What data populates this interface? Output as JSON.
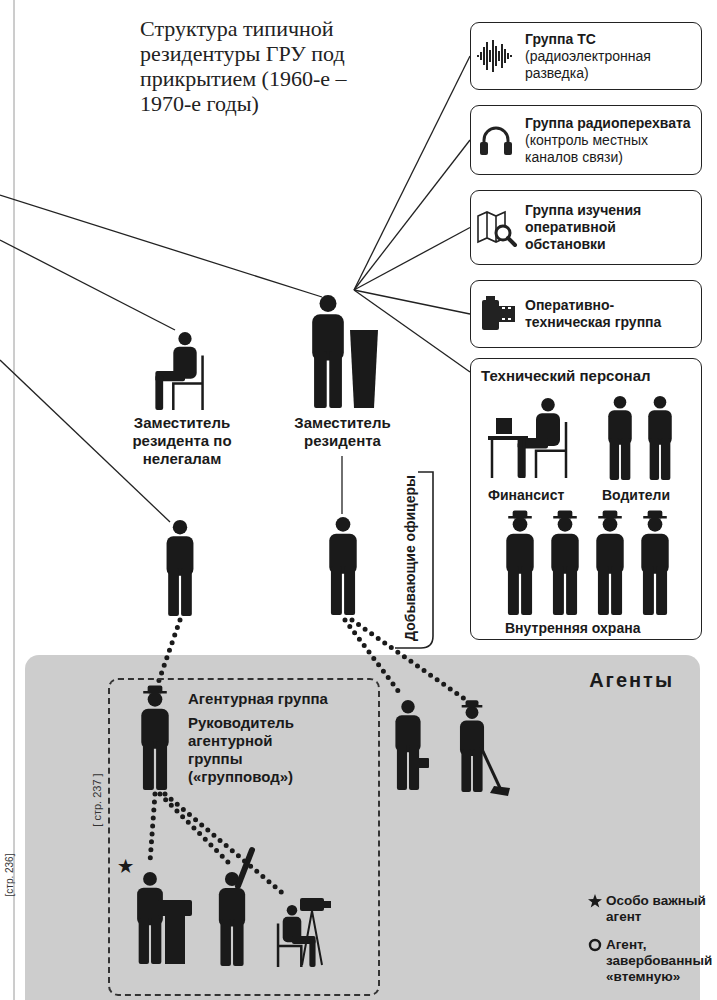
{
  "diagram": {
    "title": "Структура типичной резидентуры ГРУ под прикрытием (1960-е – 1970-е годы)",
    "nodes": [
      {
        "text": [
          "Группа ТС",
          "(радиоэлектронная разведка)"
        ]
      },
      {
        "text": [
          "Группа радиоперехвата",
          "(контроль местных каналов связи)"
        ]
      },
      {
        "text": [
          "Группа изучения оперативной обстановки"
        ]
      },
      {
        "text": [
          "Оперативно-техническая группа"
        ]
      },
      {
        "text": [
          "Технический персонал"
        ]
      },
      {
        "text": [
          "Заместитель резидента по нелегалам"
        ]
      },
      {
        "text": [
          "Заместитель резидента"
        ]
      },
      {
        "text": [
          "Агенты"
        ]
      },
      {
        "text": [
          "Агентурная группа",
          "Руководитель агентурной группы («групповод»)"
        ],
        "in": 7
      }
    ],
    "edges": [
      {
        "from": 6,
        "to": 0,
        "arrow": "none"
      },
      {
        "from": 6,
        "to": 1,
        "arrow": "none"
      },
      {
        "from": 6,
        "to": 2,
        "arrow": "none"
      },
      {
        "from": 6,
        "to": 3,
        "arrow": "none"
      },
      {
        "from": 6,
        "to": 4,
        "arrow": "none"
      }
    ],
    "labels": [
      "Финансист",
      "Водители",
      "Внутренняя охрана",
      "Добывающие офицеры",
      "★",
      "[ стр. 237 ]",
      "[стр. 236]"
    ],
    "legend": [
      {
        "text": "Особо важный агент"
      },
      {
        "text": "Агент, завербованный «втемную»"
      }
    ]
  }
}
